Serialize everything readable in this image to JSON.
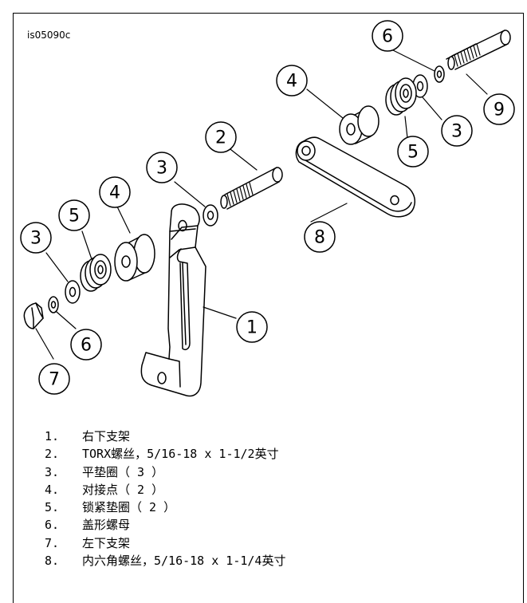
{
  "figure_id": "is05090c",
  "callouts": {
    "c1": "1",
    "c2": "2",
    "c3a": "3",
    "c3b": "3",
    "c3c": "3",
    "c4a": "4",
    "c4b": "4",
    "c5a": "5",
    "c5b": "5",
    "c6a": "6",
    "c6b": "6",
    "c7": "7",
    "c8": "8",
    "c9": "9"
  },
  "legend": [
    {
      "num": "1.",
      "text": "右下支架"
    },
    {
      "num": "2.",
      "text": "TORX螺丝，5/16-18 x 1-1/2英寸"
    },
    {
      "num": "3.",
      "text": "平垫圈（ 3 ）"
    },
    {
      "num": "4.",
      "text": "对接点（ 2 ）"
    },
    {
      "num": "5.",
      "text": "锁紧垫圈（ 2 ）"
    },
    {
      "num": "6.",
      "text": "盖形螺母"
    },
    {
      "num": "7.",
      "text": "左下支架"
    },
    {
      "num": "8.",
      "text": "内六角螺丝，5/16-18 x 1-1/4英寸"
    }
  ]
}
